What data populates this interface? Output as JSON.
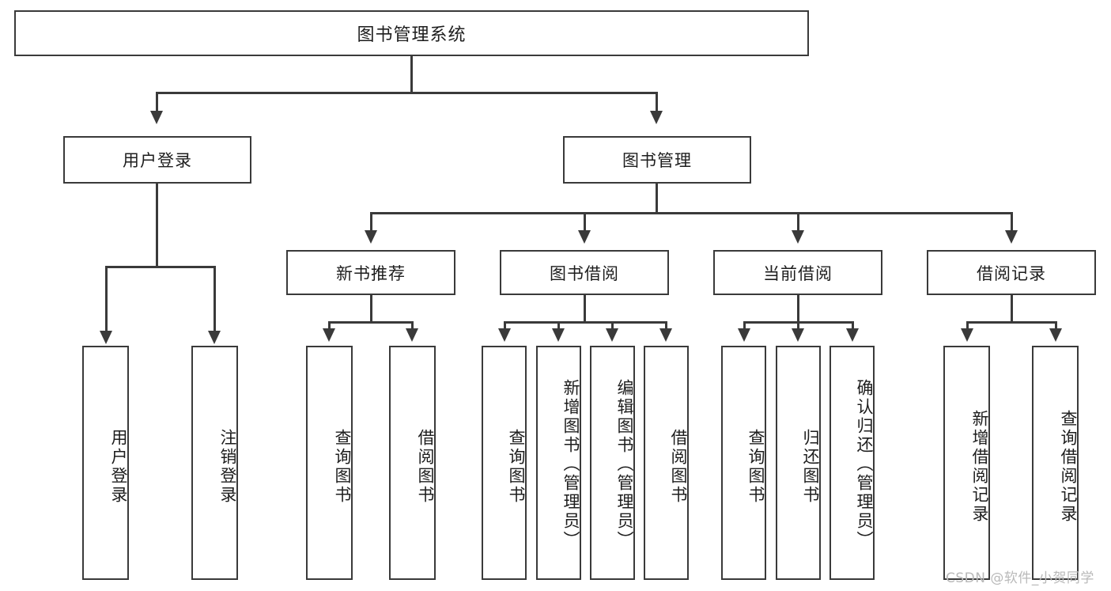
{
  "diagram": {
    "title": "图书管理系统",
    "root": {
      "label": "图书管理系统"
    },
    "level2": [
      {
        "label": "用户登录"
      },
      {
        "label": "图书管理"
      }
    ],
    "level3": [
      {
        "label": "新书推荐"
      },
      {
        "label": "图书借阅"
      },
      {
        "label": "当前借阅"
      },
      {
        "label": "借阅记录"
      }
    ],
    "leaves": {
      "user_login": [
        {
          "label": "用户登录"
        },
        {
          "label": "注销登录"
        }
      ],
      "new_book": [
        {
          "label": "查询图书"
        },
        {
          "label": "借阅图书"
        }
      ],
      "book_borrow": [
        {
          "label": "查询图书"
        },
        {
          "label": "新增图书（管理员）"
        },
        {
          "label": "编辑图书（管理员）"
        },
        {
          "label": "借阅图书"
        }
      ],
      "current_borrow": [
        {
          "label": "查询图书"
        },
        {
          "label": "归还图书"
        },
        {
          "label": "确认归还（管理员）"
        }
      ],
      "borrow_record": [
        {
          "label": "新增借阅记录"
        },
        {
          "label": "查询借阅记录"
        }
      ]
    }
  },
  "watermark": {
    "text": "CSDN @软件_小贺同学"
  },
  "colors": {
    "stroke": "#3a3a3a",
    "background": "#ffffff",
    "text": "#1d1d1d",
    "watermark": "#b9b9b9"
  }
}
